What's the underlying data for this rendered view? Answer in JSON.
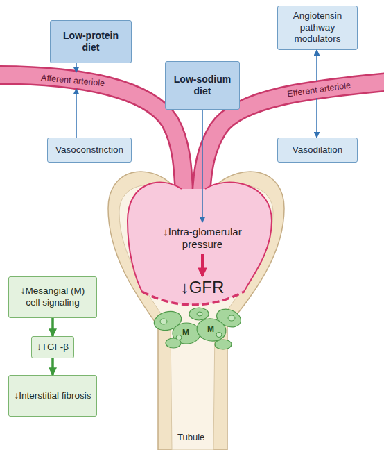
{
  "diagram": {
    "nodes": [
      {
        "text": [
          "Low-protein diet"
        ]
      },
      {
        "text": [
          "Angiotensin pathway modulators"
        ]
      },
      {
        "text": [
          "Low-sodium diet"
        ]
      },
      {
        "text": [
          "Afferent arteriole"
        ]
      },
      {
        "text": [
          "Efferent arteriole"
        ]
      },
      {
        "text": [
          "Vasoconstriction"
        ]
      },
      {
        "text": [
          "Vasodilation"
        ]
      },
      {
        "text": [
          "↓Intra-glomerular pressure"
        ]
      },
      {
        "text": [
          "↓GFR"
        ]
      },
      {
        "text": [
          "↓Mesangial (M) cell signaling"
        ]
      },
      {
        "text": [
          "↓TGF-β"
        ]
      },
      {
        "text": [
          "↓Interstitial fibrosis"
        ]
      }
    ],
    "edges": [
      {
        "from": 0,
        "to": 3,
        "arrow": "to"
      },
      {
        "from": 5,
        "to": 3,
        "arrow": "to"
      },
      {
        "from": 4,
        "to": 1,
        "arrow": "to"
      },
      {
        "from": 4,
        "to": 6,
        "arrow": "to"
      },
      {
        "from": 2,
        "to": 7,
        "arrow": "to"
      },
      {
        "from": 7,
        "to": 8,
        "arrow": "to"
      },
      {
        "from": 9,
        "to": 10,
        "arrow": "to"
      },
      {
        "from": 10,
        "to": 11,
        "arrow": "to"
      }
    ],
    "labels": [
      "M",
      "M",
      "Tubule"
    ]
  }
}
